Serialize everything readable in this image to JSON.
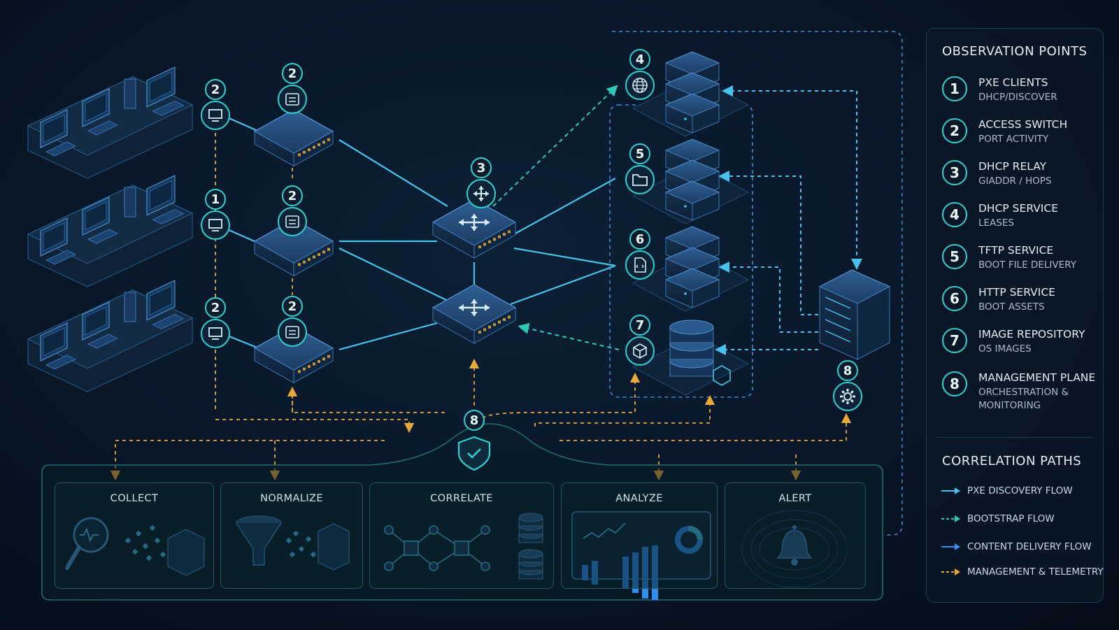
{
  "legend": {
    "observation_title": "OBSERVATION POINTS",
    "observation_points": [
      {
        "num": "1",
        "title": "PXE CLIENTS",
        "sub": "DHCP/DISCOVER"
      },
      {
        "num": "2",
        "title": "ACCESS SWITCH",
        "sub": "PORT ACTIVITY"
      },
      {
        "num": "3",
        "title": "DHCP RELAY",
        "sub": "GIADDR / HOPS"
      },
      {
        "num": "4",
        "title": "DHCP SERVICE",
        "sub": "LEASES"
      },
      {
        "num": "5",
        "title": "TFTP SERVICE",
        "sub": "BOOT FILE DELIVERY"
      },
      {
        "num": "6",
        "title": "HTTP SERVICE",
        "sub": "BOOT ASSETS"
      },
      {
        "num": "7",
        "title": "IMAGE REPOSITORY",
        "sub": "OS IMAGES"
      },
      {
        "num": "8",
        "title": "MANAGEMENT PLANE",
        "sub": "ORCHESTRATION & MONITORING"
      }
    ],
    "correlation_title": "CORRELATION PATHS",
    "correlation_paths": [
      {
        "label": "PXE DISCOVERY FLOW",
        "color": "#46c3ea",
        "style": "solid"
      },
      {
        "label": "BOOTSTRAP FLOW",
        "color": "#2ec9b4",
        "style": "dashed"
      },
      {
        "label": "CONTENT DELIVERY FLOW",
        "color": "#2f8ff0",
        "style": "solid"
      },
      {
        "label": "MANAGEMENT & TELEMETRY",
        "color": "#e8a93a",
        "style": "dashed"
      }
    ]
  },
  "pipeline": {
    "stages": [
      {
        "label": "COLLECT"
      },
      {
        "label": "NORMALIZE"
      },
      {
        "label": "CORRELATE"
      },
      {
        "label": "ANALYZE"
      },
      {
        "label": "ALERT"
      }
    ]
  },
  "badges": {
    "client_top": "2",
    "client_mid": "1",
    "client_bot": "2",
    "switch_top": "2",
    "switch_mid": "2",
    "switch_bot": "2",
    "relay": "3",
    "dhcp": "4",
    "tftp": "5",
    "http": "6",
    "repo": "7",
    "mgmt_server": "8",
    "hub": "8"
  },
  "colors": {
    "discovery": "#46c3ea",
    "bootstrap": "#2ec9b4",
    "content": "#2f8ff0",
    "management": "#e8a93a",
    "badge_ring": "#2fd2d0"
  },
  "icons": {
    "clients": "monitor-icon",
    "switch": "switch-port-icon",
    "relay": "move-arrows-icon",
    "dhcp": "globe-icon",
    "tftp": "folder-icon",
    "http": "code-file-icon",
    "repo": "cube-icon",
    "mgmt": "gear-icon",
    "hub": "shield-check-icon"
  }
}
